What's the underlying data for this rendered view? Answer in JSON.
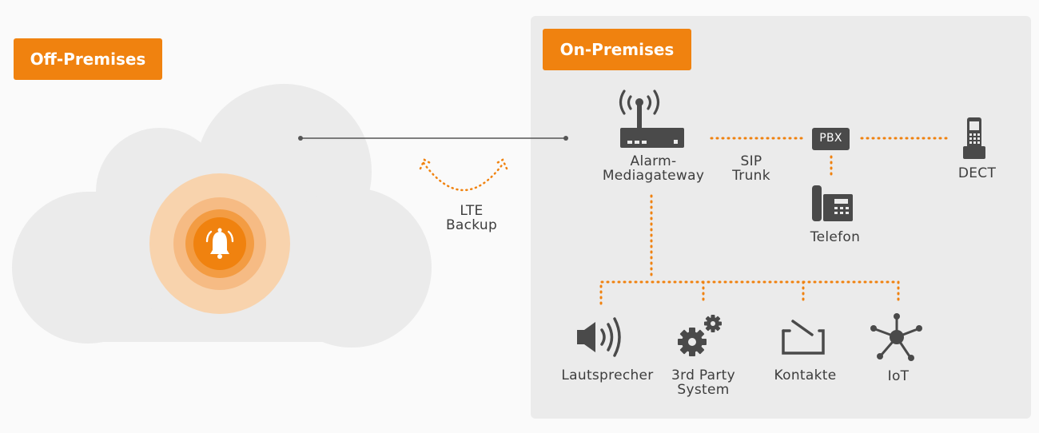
{
  "colors": {
    "accent": "#f0820f",
    "icon": "#4a4a4a",
    "cloud": "#ebebeb",
    "panel": "#ebebeb"
  },
  "zones": {
    "off_premises": "Off-Premises",
    "on_premises": "On-Premises"
  },
  "links": {
    "lte": "LTE\nBackup",
    "sip": "SIP\nTrunk"
  },
  "nodes": {
    "gateway": {
      "label": "Alarm-\nMediagateway",
      "icon": "router-icon"
    },
    "pbx": {
      "label": "PBX",
      "icon": "pbx-box"
    },
    "dect": {
      "label": "DECT",
      "icon": "cordless-phone-icon"
    },
    "telefon": {
      "label": "Telefon",
      "icon": "desk-phone-icon"
    },
    "alarm": {
      "icon": "alarm-bell-icon"
    }
  },
  "devices": [
    {
      "label": "Lautsprecher",
      "icon": "speaker-icon"
    },
    {
      "label": "3rd Party\nSystem",
      "icon": "gears-icon"
    },
    {
      "label": "Kontakte",
      "icon": "switch-contact-icon"
    },
    {
      "label": "IoT",
      "icon": "iot-hub-icon"
    }
  ]
}
